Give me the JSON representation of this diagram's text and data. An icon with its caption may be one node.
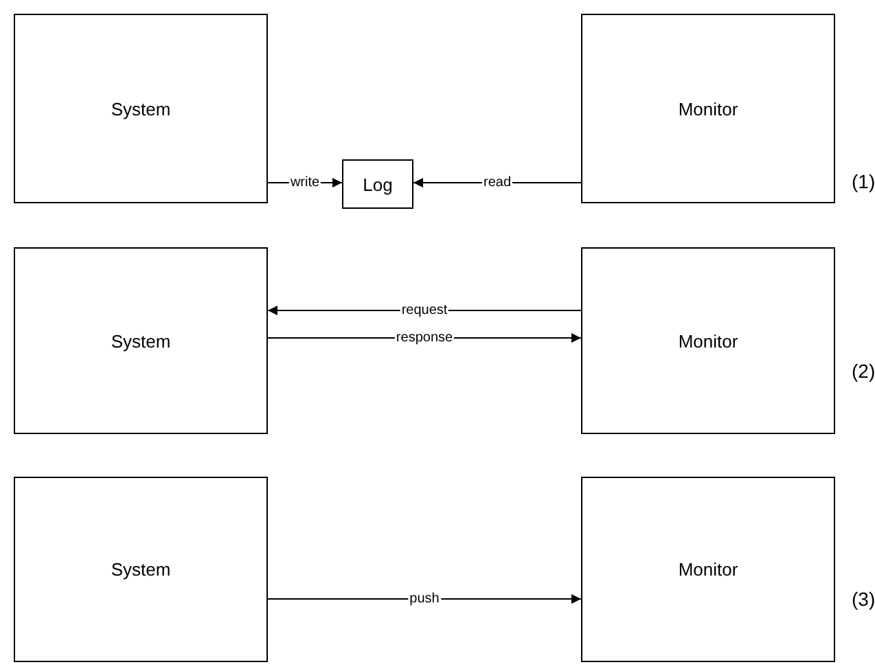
{
  "diagram": {
    "nodes": [
      {
        "text": [
          "System"
        ]
      },
      {
        "text": [
          "Log"
        ]
      },
      {
        "text": [
          "Monitor"
        ]
      },
      {
        "text": [
          "System"
        ]
      },
      {
        "text": [
          "Monitor"
        ]
      },
      {
        "text": [
          "System"
        ]
      },
      {
        "text": [
          "Monitor"
        ]
      }
    ],
    "edges": [
      {
        "from": 0,
        "to": 1,
        "arrow": "to",
        "label": "write"
      },
      {
        "from": 2,
        "to": 1,
        "arrow": "to",
        "label": "read"
      },
      {
        "from": 4,
        "to": 3,
        "arrow": "to",
        "label": "request"
      },
      {
        "from": 3,
        "to": 4,
        "arrow": "to",
        "label": "response"
      },
      {
        "from": 5,
        "to": 6,
        "arrow": "to",
        "label": "push"
      }
    ],
    "labels": [
      "(1)",
      "(2)",
      "(3)"
    ]
  }
}
